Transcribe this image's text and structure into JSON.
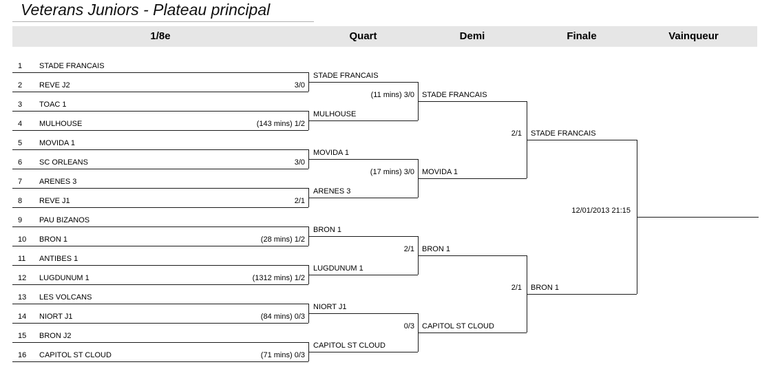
{
  "title": "Veterans Juniors - Plateau principal",
  "columns": [
    {
      "label": "1/8e"
    },
    {
      "label": "Quart"
    },
    {
      "label": "Demi"
    },
    {
      "label": "Finale"
    },
    {
      "label": "Vainqueur"
    }
  ],
  "huitiemes": [
    {
      "seed": "1",
      "name": "STADE FRANCAIS",
      "result": ""
    },
    {
      "seed": "2",
      "name": "REVE J2",
      "result": "3/0"
    },
    {
      "seed": "3",
      "name": "TOAC 1",
      "result": ""
    },
    {
      "seed": "4",
      "name": "MULHOUSE",
      "result": "(143 mins) 1/2"
    },
    {
      "seed": "5",
      "name": "MOVIDA 1",
      "result": ""
    },
    {
      "seed": "6",
      "name": "SC ORLEANS",
      "result": "3/0"
    },
    {
      "seed": "7",
      "name": "ARENES 3",
      "result": ""
    },
    {
      "seed": "8",
      "name": "REVE J1",
      "result": "2/1"
    },
    {
      "seed": "9",
      "name": "PAU BIZANOS",
      "result": ""
    },
    {
      "seed": "10",
      "name": "BRON 1",
      "result": "(28 mins) 1/2"
    },
    {
      "seed": "11",
      "name": "ANTIBES 1",
      "result": ""
    },
    {
      "seed": "12",
      "name": "LUGDUNUM 1",
      "result": "(1312 mins) 1/2"
    },
    {
      "seed": "13",
      "name": "LES VOLCANS",
      "result": ""
    },
    {
      "seed": "14",
      "name": "NIORT J1",
      "result": "(84 mins) 0/3"
    },
    {
      "seed": "15",
      "name": "BRON J2",
      "result": ""
    },
    {
      "seed": "16",
      "name": "CAPITOL ST CLOUD",
      "result": "(71 mins) 0/3"
    }
  ],
  "quarts": [
    {
      "name": "STADE FRANCAIS"
    },
    {
      "name": "MULHOUSE"
    },
    {
      "name": "MOVIDA 1"
    },
    {
      "name": "ARENES 3"
    },
    {
      "name": "BRON 1"
    },
    {
      "name": "LUGDUNUM 1"
    },
    {
      "name": "NIORT J1"
    },
    {
      "name": "CAPITOL ST CLOUD"
    }
  ],
  "quart_results": [
    "(11 mins) 3/0",
    "(17 mins) 3/0",
    "2/1",
    "0/3"
  ],
  "demis": [
    {
      "name": "STADE FRANCAIS"
    },
    {
      "name": "MOVIDA 1"
    },
    {
      "name": "BRON 1"
    },
    {
      "name": "CAPITOL ST CLOUD"
    }
  ],
  "demi_results": [
    "2/1",
    "2/1"
  ],
  "finalistes": [
    {
      "name": "STADE FRANCAIS"
    },
    {
      "name": "BRON 1"
    }
  ],
  "finale_schedule": "12/01/2013 21:15",
  "vainqueur": "",
  "colors": {
    "header_bg": "#e6e6e6",
    "line": "#1a1a1a"
  }
}
